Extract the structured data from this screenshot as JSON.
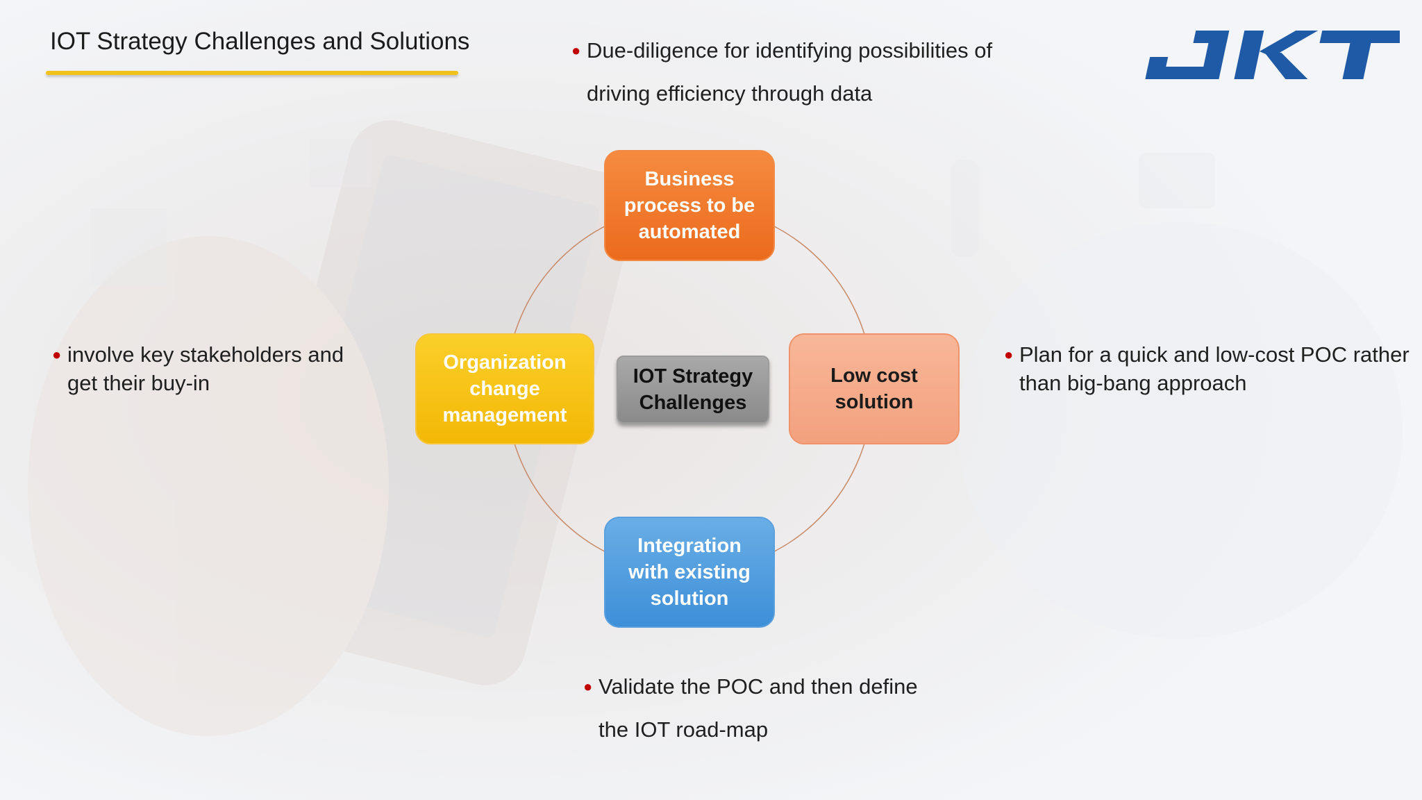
{
  "slide": {
    "title": "IOT Strategy Challenges and Solutions",
    "logo_text": "JKT"
  },
  "bullets": {
    "top": [
      "Due-diligence for identifying possibilities of",
      "driving efficiency through data"
    ],
    "left": [
      "involve key stakeholders and",
      "get their buy-in"
    ],
    "right": [
      "Plan for a quick and low-cost POC rather",
      "than big-bang approach"
    ],
    "bottom": [
      "Validate the POC and then define",
      "the IOT road-map"
    ]
  },
  "diagram": {
    "center": [
      "IOT Strategy",
      "Challenges"
    ],
    "nodes": {
      "top": [
        "Business",
        "process to be",
        "automated"
      ],
      "right": [
        "Low cost",
        "solution"
      ],
      "bottom": [
        "Integration",
        "with existing",
        "solution"
      ],
      "left": [
        "Organization",
        "change",
        "management"
      ]
    }
  },
  "colors": {
    "accent_underline": "#f1c21b",
    "bullet_red": "#c00000",
    "logo_blue": "#1f5aa6",
    "node_top": "#ec6b1d",
    "node_right": "#f3a17e",
    "node_bottom": "#3d8fd8",
    "node_left": "#f3b806",
    "node_center": "#8a8a8a",
    "ring": "#c98a66"
  }
}
